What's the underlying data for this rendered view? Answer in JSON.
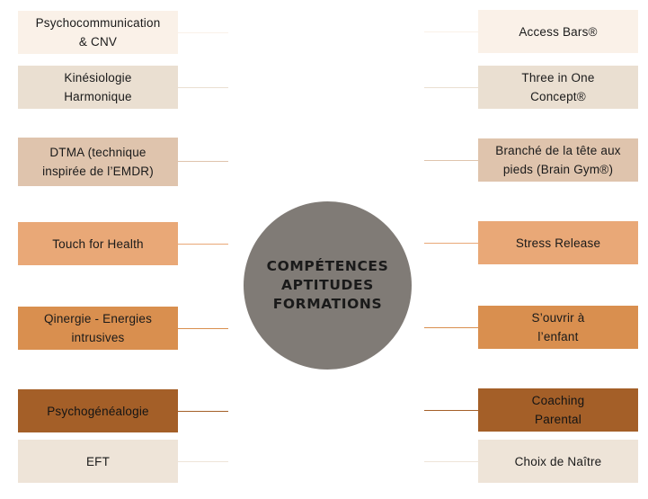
{
  "diagram": {
    "center": {
      "lines": [
        "COMPÉTENCES",
        "APTITUDES",
        "FORMATIONS"
      ],
      "color": "#807b76"
    },
    "left": [
      {
        "label": "Psychocommunication\n& CNV",
        "color": "#faf1e8"
      },
      {
        "label": "Kinésiologie\nHarmonique",
        "color": "#eadfd1"
      },
      {
        "label": "DTMA (technique\ninspirée de l’EMDR)",
        "color": "#dfc4ad"
      },
      {
        "label": "Touch for Health",
        "color": "#e9a877"
      },
      {
        "label": "Qinergie - Energies\nintrusives",
        "color": "#d98f4f"
      },
      {
        "label": "Psychogénéalogie",
        "color": "#a45f28"
      },
      {
        "label": "EFT",
        "color": "#eee4d8"
      }
    ],
    "right": [
      {
        "label": "Access Bars®",
        "color": "#faf1e8"
      },
      {
        "label": "Three in One\nConcept®",
        "color": "#eadfd1"
      },
      {
        "label": "Branché de la tête aux\npieds (Brain Gym®)",
        "color": "#dfc4ad"
      },
      {
        "label": "Stress Release",
        "color": "#e9a877"
      },
      {
        "label": "S’ouvrir à\nl’enfant",
        "color": "#d98f4f"
      },
      {
        "label": "Coaching\nParental",
        "color": "#a45f28"
      },
      {
        "label": "Choix de Naître",
        "color": "#eee4d8"
      }
    ]
  }
}
